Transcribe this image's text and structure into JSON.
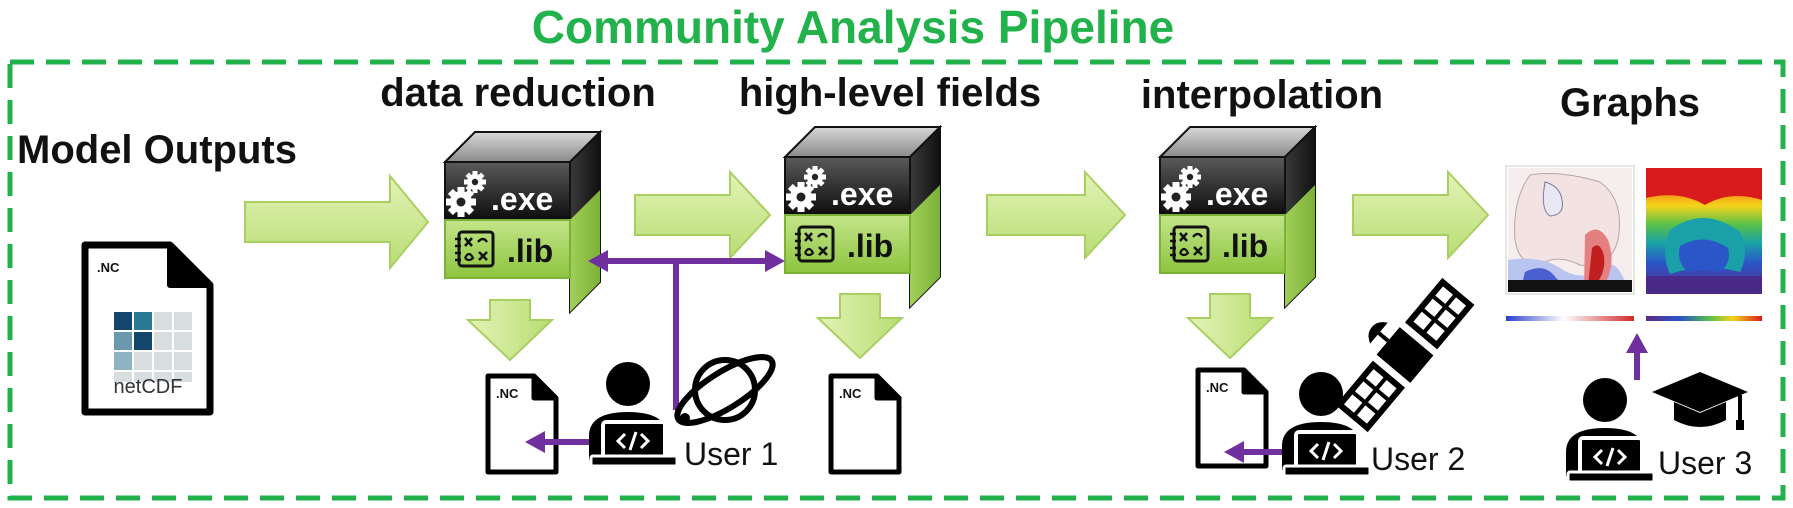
{
  "title": "Community Analysis Pipeline",
  "model_outputs_label": "Model Outputs",
  "netcdf_file": {
    "tag": ".NC",
    "caption": "netCDF"
  },
  "stages": [
    {
      "label": "data reduction",
      "exe": ".exe",
      "lib": ".lib"
    },
    {
      "label": "high-level fields",
      "exe": ".exe",
      "lib": ".lib"
    },
    {
      "label": "interpolation",
      "exe": ".exe",
      "lib": ".lib"
    },
    {
      "label": "Graphs"
    }
  ],
  "output_files": [
    ".NC",
    ".NC",
    ".NC"
  ],
  "users": [
    "User 1",
    "User 2",
    "User 3"
  ],
  "colors": {
    "title_green": "#22b24c",
    "border_green": "#22b24c",
    "arrow_green": "#c8e68a",
    "arrow_green_edge": "#a9cf62",
    "user_arrow_purple": "#7030a0",
    "exe_box_dark": "#1a1a1a",
    "lib_box_green": "#a8d65c"
  },
  "icons": [
    "gears-icon",
    "formula-icon",
    "file-icon",
    "person-laptop-icon",
    "planet-icon",
    "satellite-icon",
    "graduation-cap-icon"
  ]
}
